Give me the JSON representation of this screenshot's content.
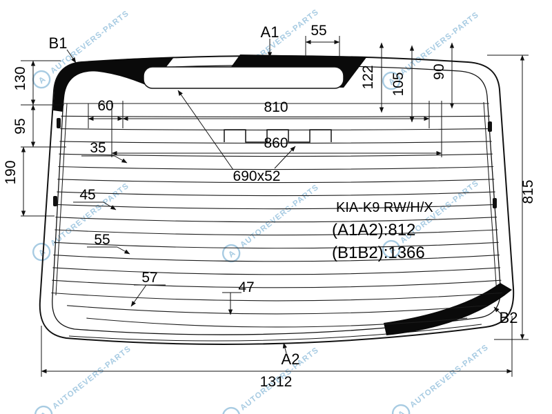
{
  "watermark": {
    "text": "AUTOREVERS-PARTS",
    "logo_text": "A",
    "color": "#6ea9d0"
  },
  "part": {
    "name": "KIA-K9 RW/H/X",
    "dim_a1a2": "(A1A2):812",
    "dim_b1b2": "(B1B2):1366"
  },
  "points": {
    "a1": "A1",
    "a2": "A2",
    "b1": "B1",
    "b2": "B2"
  },
  "dimensions": {
    "top_55": "55",
    "left_130": "130",
    "left_95": "95",
    "left_190": "190",
    "right_122": "122",
    "right_105": "105",
    "right_90": "90",
    "offset_60": "60",
    "width_810": "810",
    "width_860": "860",
    "offset_35": "35",
    "antenna": "690x52",
    "offset_45": "45",
    "offset_55": "55",
    "offset_57": "57",
    "offset_47": "47",
    "height_815": "815",
    "width_1312": "1312"
  }
}
